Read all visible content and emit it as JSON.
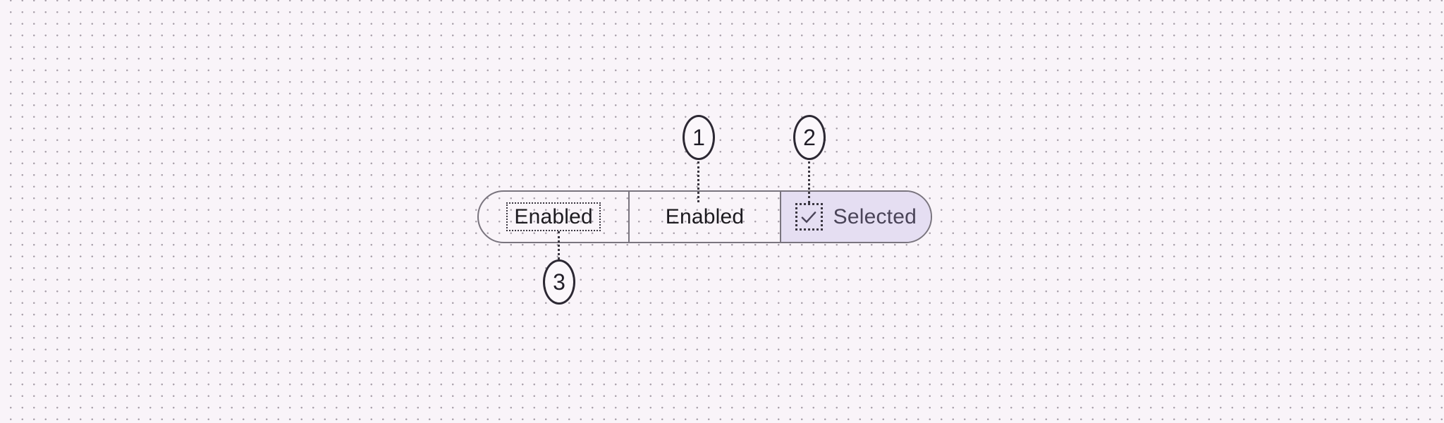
{
  "canvas": {
    "background_color": "#f9f4f9",
    "dot_color": "#aaa2ac"
  },
  "segmented_button": {
    "outline_color": "#79747e",
    "selected_fill": "#e5def2",
    "label_color": "#1d1b20",
    "selected_label_color": "#4a4458",
    "segments": [
      {
        "label": "Enabled",
        "state": "enabled",
        "focus_outline": "label"
      },
      {
        "label": "Enabled",
        "state": "enabled"
      },
      {
        "label": "Selected",
        "state": "selected",
        "icon": "check-icon",
        "focus_outline": "icon"
      }
    ]
  },
  "callouts": [
    {
      "number": "1",
      "points_to": "segment-label-area"
    },
    {
      "number": "2",
      "points_to": "selected-check-icon"
    },
    {
      "number": "3",
      "points_to": "label-text"
    }
  ]
}
